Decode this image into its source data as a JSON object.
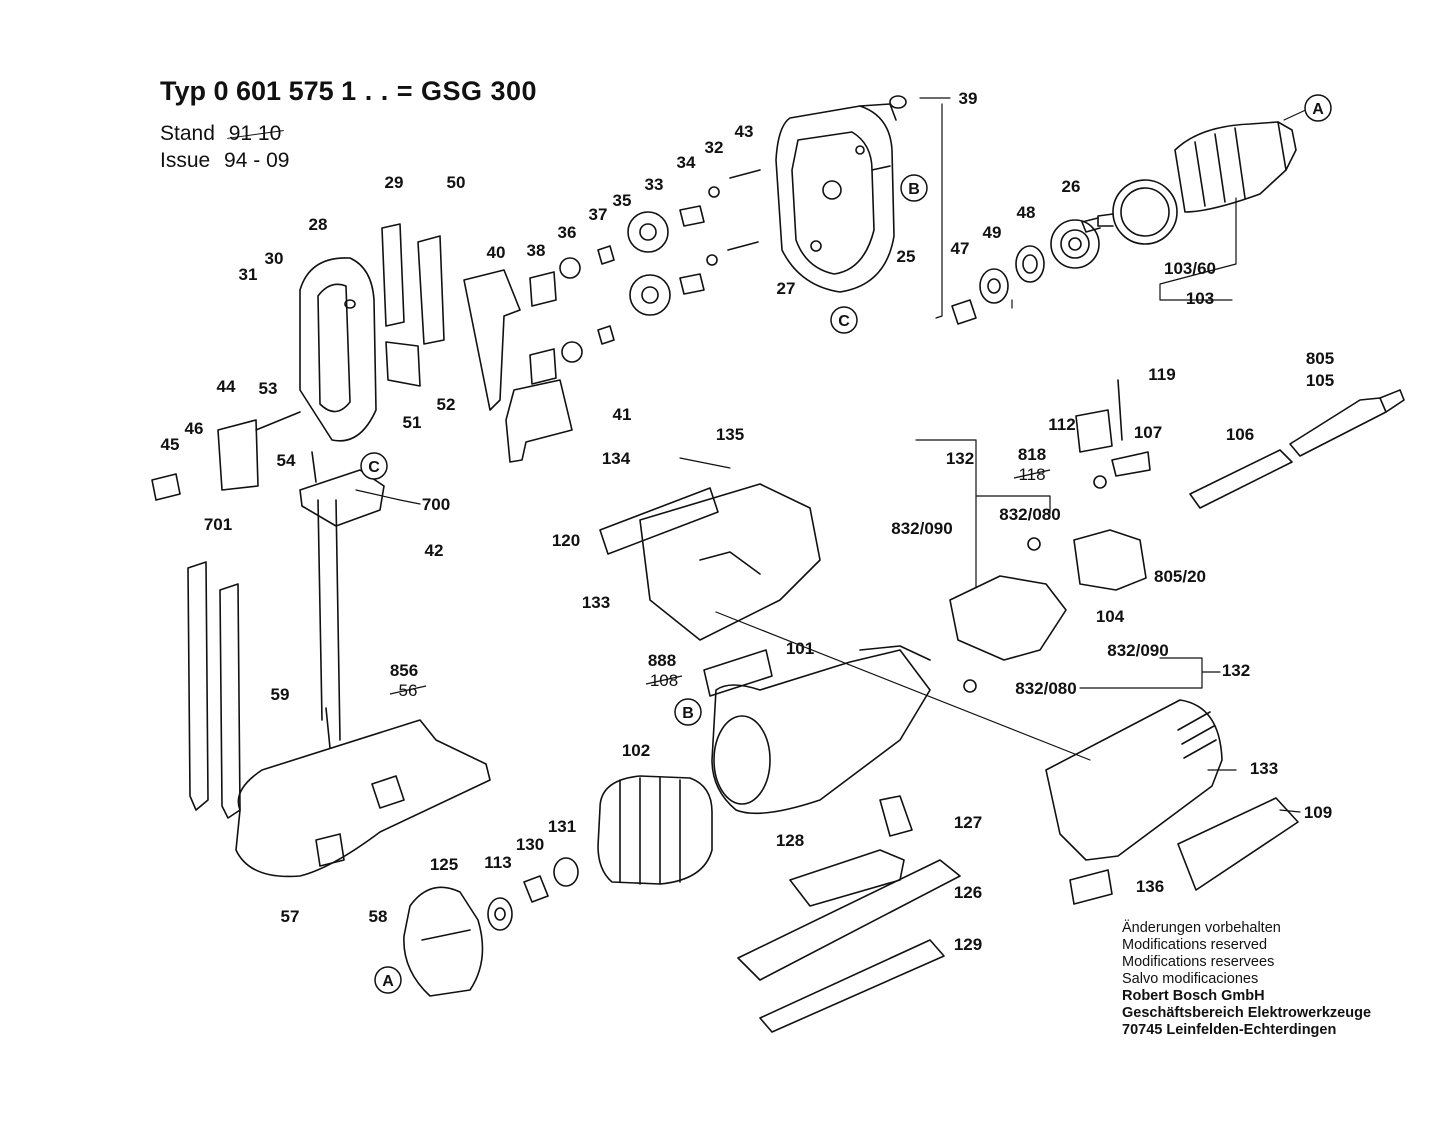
{
  "header": {
    "title_prefix": "Typ 0 601",
    "title_number": "575",
    "title_rest": "1 . . = GSG 300",
    "stand_label": "Stand",
    "stand_value": "91 10",
    "issue_label": "Issue",
    "issue_value": "94 - 09"
  },
  "parts": [
    {
      "id": "p39",
      "label": "39"
    },
    {
      "id": "p43",
      "label": "43"
    },
    {
      "id": "p32",
      "label": "32"
    },
    {
      "id": "p34",
      "label": "34"
    },
    {
      "id": "p33",
      "label": "33"
    },
    {
      "id": "p35",
      "label": "35"
    },
    {
      "id": "p37",
      "label": "37"
    },
    {
      "id": "p36",
      "label": "36"
    },
    {
      "id": "p38",
      "label": "38"
    },
    {
      "id": "p40",
      "label": "40"
    },
    {
      "id": "p29",
      "label": "29"
    },
    {
      "id": "p50",
      "label": "50"
    },
    {
      "id": "p28",
      "label": "28"
    },
    {
      "id": "p31",
      "label": "31"
    },
    {
      "id": "p30",
      "label": "30"
    },
    {
      "id": "p26",
      "label": "26"
    },
    {
      "id": "p48",
      "label": "48"
    },
    {
      "id": "p49",
      "label": "49"
    },
    {
      "id": "p47",
      "label": "47"
    },
    {
      "id": "p25",
      "label": "25"
    },
    {
      "id": "p27",
      "label": "27"
    },
    {
      "id": "p103_60",
      "label": "103/60"
    },
    {
      "id": "p103",
      "label": "103"
    },
    {
      "id": "p805",
      "label": "805"
    },
    {
      "id": "p105",
      "label": "105"
    },
    {
      "id": "p119",
      "label": "119"
    },
    {
      "id": "p112",
      "label": "112"
    },
    {
      "id": "p107",
      "label": "107"
    },
    {
      "id": "p106",
      "label": "106"
    },
    {
      "id": "p44",
      "label": "44"
    },
    {
      "id": "p53",
      "label": "53"
    },
    {
      "id": "p51",
      "label": "51"
    },
    {
      "id": "p52",
      "label": "52"
    },
    {
      "id": "p41",
      "label": "41"
    },
    {
      "id": "p45",
      "label": "45"
    },
    {
      "id": "p46",
      "label": "46"
    },
    {
      "id": "p54",
      "label": "54"
    },
    {
      "id": "p700",
      "label": "700"
    },
    {
      "id": "p42",
      "label": "42"
    },
    {
      "id": "p135",
      "label": "135"
    },
    {
      "id": "p134",
      "label": "134"
    },
    {
      "id": "p120",
      "label": "120"
    },
    {
      "id": "p133a",
      "label": "133"
    },
    {
      "id": "p132a",
      "label": "132"
    },
    {
      "id": "p818",
      "label": "818"
    },
    {
      "id": "p118",
      "label": "118"
    },
    {
      "id": "p832_090a",
      "label": "832/090"
    },
    {
      "id": "p832_080a",
      "label": "832/080"
    },
    {
      "id": "p805_20",
      "label": "805/20"
    },
    {
      "id": "p104",
      "label": "104"
    },
    {
      "id": "p701",
      "label": "701"
    },
    {
      "id": "p856",
      "label": "856"
    },
    {
      "id": "p56",
      "label": "56"
    },
    {
      "id": "p59",
      "label": "59"
    },
    {
      "id": "p888",
      "label": "888"
    },
    {
      "id": "p108",
      "label": "108"
    },
    {
      "id": "p101",
      "label": "101"
    },
    {
      "id": "p832_090b",
      "label": "832/090"
    },
    {
      "id": "p132b",
      "label": "132"
    },
    {
      "id": "p832_080b",
      "label": "832/080"
    },
    {
      "id": "p102",
      "label": "102"
    },
    {
      "id": "p133b",
      "label": "133"
    },
    {
      "id": "p109",
      "label": "109"
    },
    {
      "id": "p127",
      "label": "127"
    },
    {
      "id": "p128",
      "label": "128"
    },
    {
      "id": "p131",
      "label": "131"
    },
    {
      "id": "p130",
      "label": "130"
    },
    {
      "id": "p113",
      "label": "113"
    },
    {
      "id": "p125",
      "label": "125"
    },
    {
      "id": "p126",
      "label": "126"
    },
    {
      "id": "p136",
      "label": "136"
    },
    {
      "id": "p129",
      "label": "129"
    },
    {
      "id": "p57",
      "label": "57"
    },
    {
      "id": "p58",
      "label": "58"
    }
  ],
  "markers": [
    {
      "id": "mA1",
      "label": "A"
    },
    {
      "id": "mB1",
      "label": "B"
    },
    {
      "id": "mC1",
      "label": "C"
    },
    {
      "id": "mC2",
      "label": "C"
    },
    {
      "id": "mB2",
      "label": "B"
    },
    {
      "id": "mA2",
      "label": "A"
    }
  ],
  "notes": {
    "l1": "Änderungen vorbehalten",
    "l2": "Modifications reserved",
    "l3": "Modifications reservees",
    "l4": "Salvo modificaciones",
    "l5": "Robert Bosch GmbH",
    "l6": "Geschäftsbereich Elektrowerkzeuge",
    "l7": "70745 Leinfelden-Echterdingen"
  }
}
